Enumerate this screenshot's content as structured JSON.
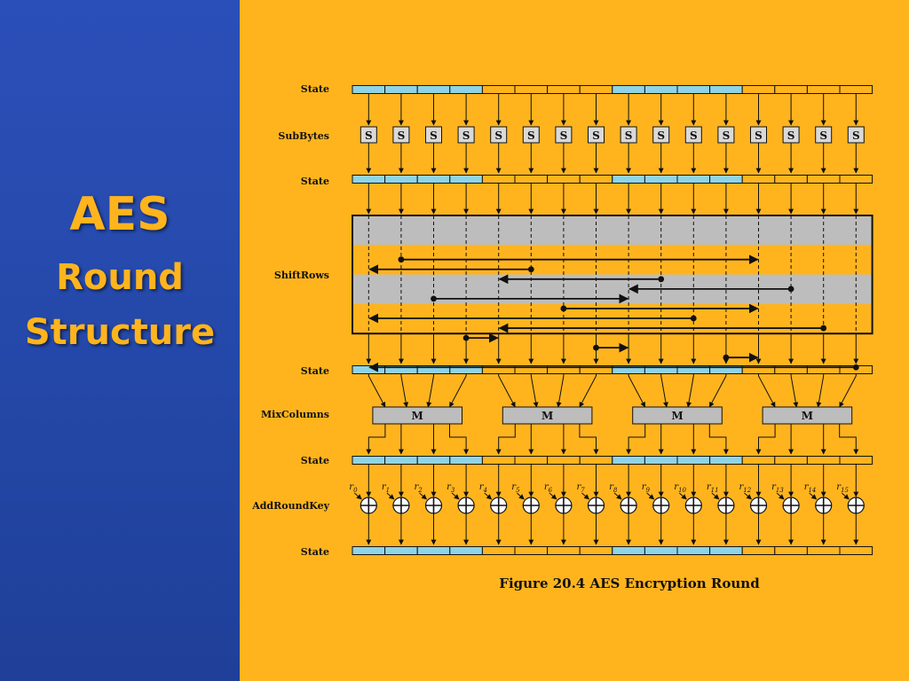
{
  "slide": {
    "title_line1": "AES",
    "title_line2": "Round",
    "title_line3": "Structure"
  },
  "diagram": {
    "labels": {
      "state": "State",
      "subbytes": "SubBytes",
      "shiftrows": "ShiftRows",
      "mixcolumns": "MixColumns",
      "addroundkey": "AddRoundKey"
    },
    "sbox_label": "S",
    "mix_label": "M",
    "round_keys": [
      "0",
      "1",
      "2",
      "3",
      "4",
      "5",
      "6",
      "7",
      "8",
      "9",
      "10",
      "11",
      "12",
      "13",
      "14",
      "15"
    ],
    "round_key_symbol": "r",
    "caption": "Figure 20.4  AES Encryption Round",
    "colors": {
      "background": "#FFB41E",
      "left_panel": "#2448a8",
      "highlight_cell": "#8FD4E6",
      "shift_band": "#BDBDBD",
      "line": "#111111"
    }
  }
}
